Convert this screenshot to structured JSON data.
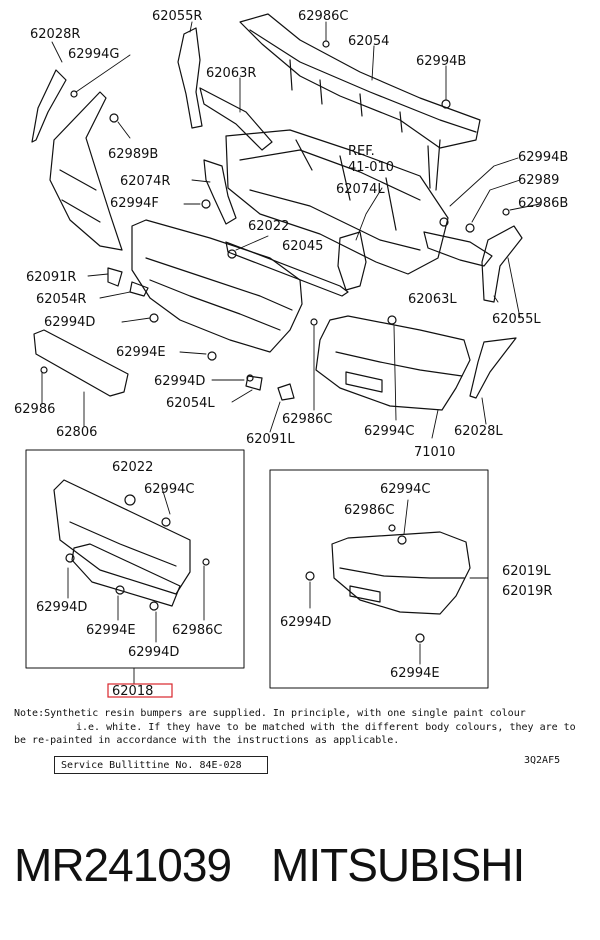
{
  "parts": {
    "p62028R": "62028R",
    "p62994G": "62994G",
    "p62055R": "62055R",
    "p62986C_top": "62986C",
    "p62054": "62054",
    "p62994B_top": "62994B",
    "p62063R": "62063R",
    "p62989B": "62989B",
    "ref1": "REF.",
    "ref2": "41-010",
    "p62994B_right": "62994B",
    "p62989": "62989",
    "p62074R": "62074R",
    "p62074L": "62074L",
    "p62986B": "62986B",
    "p62994F": "62994F",
    "p62022_top": "62022",
    "p62045": "62045",
    "p62091R": "62091R",
    "p62063L": "62063L",
    "p62054R": "62054R",
    "p62055L": "62055L",
    "p62994D_left": "62994D",
    "p62994E_mid": "62994E",
    "p62994D_mid": "62994D",
    "p62054L": "62054L",
    "p62986": "62986",
    "p62986C_mid": "62986C",
    "p62994C_mid": "62994C",
    "p62028L": "62028L",
    "p62806": "62806",
    "p62091L": "62091L",
    "p71010": "71010",
    "box1_62022": "62022",
    "box1_62994C": "62994C",
    "box1_62994D": "62994D",
    "box1_62994E": "62994E",
    "box1_62986C": "62986C",
    "box1_62994D_b": "62994D",
    "box1_62018": "62018",
    "box2_62994C": "62994C",
    "box2_62986C": "62986C",
    "box2_62019L": "62019L",
    "box2_62019R": "62019R",
    "box2_62994D": "62994D",
    "box2_62994E": "62994E"
  },
  "note": {
    "line1": "Note:Synthetic resin bumpers are supplied. In principle, with one single paint colour",
    "line2": "i.e. white. If they have to be matched with the different body colours, they are to",
    "line3": "be re-painted in accordance with the instructions as applicable."
  },
  "service_bulletin": "Service Bullittine No. 84E-028",
  "drawing_code": "3Q2AF5",
  "part_number": "MR241039",
  "brand": "MITSUBISHI",
  "colors": {
    "highlight": "#d9262b",
    "line": "#111111"
  }
}
